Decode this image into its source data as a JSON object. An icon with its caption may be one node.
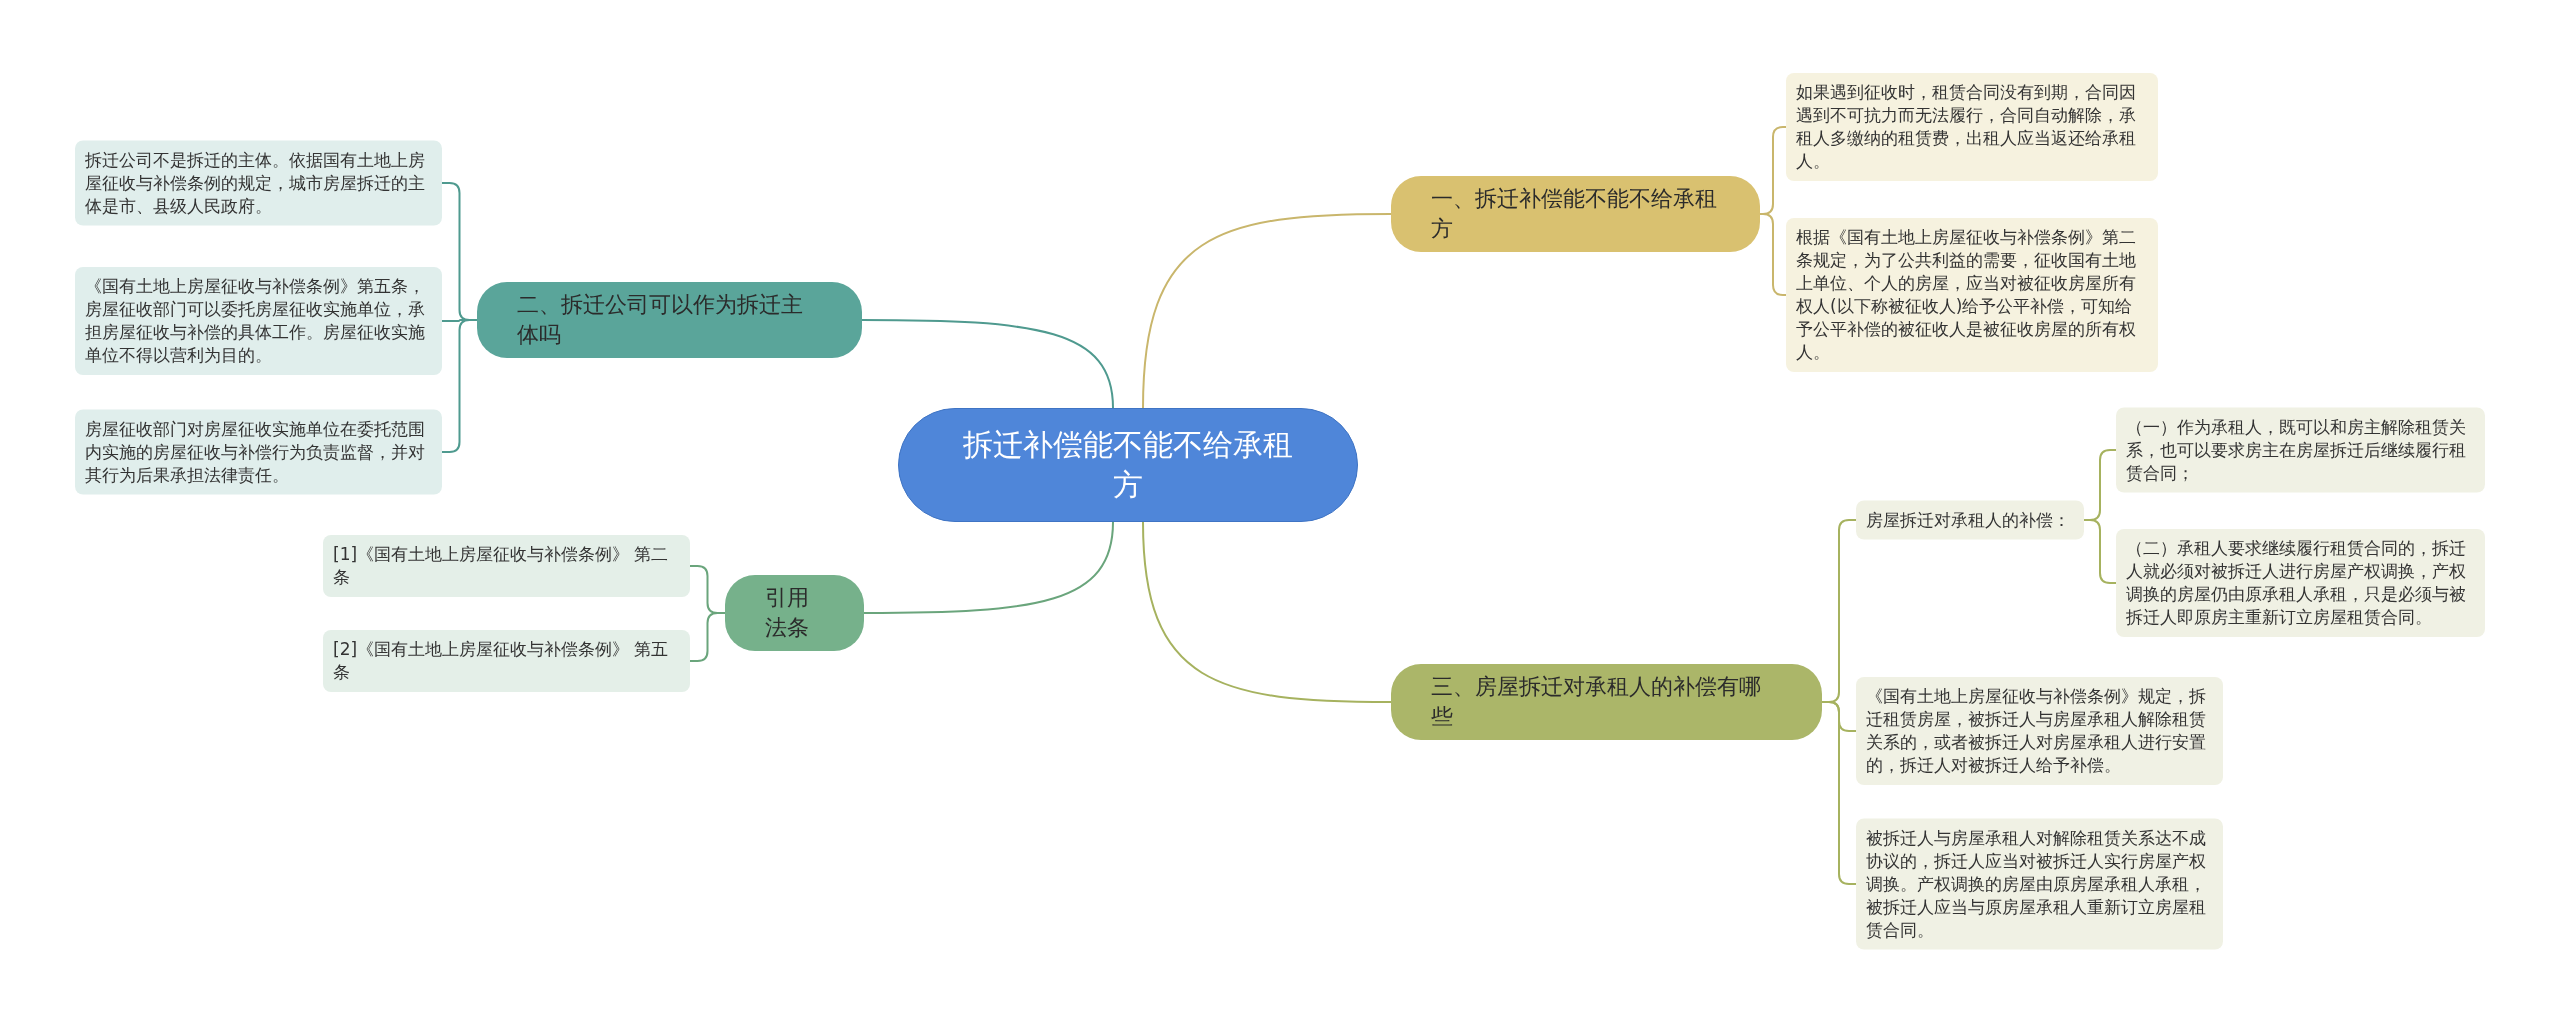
{
  "diagram": {
    "nodes": [
      {
        "text": [
          "拆迁补偿能不能不给承租方"
        ]
      },
      {
        "text": [
          "一、拆迁补偿能不能不给承租方"
        ]
      },
      {
        "text": [
          "如果遇到征收时，租赁合同没有到期，合同因遇到不可抗力而无法履行，合同自动解除，承租人多缴纳的租赁费，出租人应当返还给承租人。"
        ]
      },
      {
        "text": [
          "根据《国有土地上房屋征收与补偿条例》第二条规定，为了公共利益的需要，征收国有土地上单位、个人的房屋，应当对被征收房屋所有权人(以下称被征收人)给予公平补偿，可知给予公平补偿的被征收人是被征收房屋的所有权人。"
        ]
      },
      {
        "text": [
          "二、拆迁公司可以作为拆迁主体吗"
        ]
      },
      {
        "text": [
          "拆迁公司不是拆迁的主体。依据国有土地上房屋征收与补偿条例的规定，城市房屋拆迁的主体是市、县级人民政府。"
        ]
      },
      {
        "text": [
          "《国有土地上房屋征收与补偿条例》第五条，房屋征收部门可以委托房屋征收实施单位，承担房屋征收与补偿的具体工作。房屋征收实施单位不得以营利为目的。"
        ]
      },
      {
        "text": [
          "房屋征收部门对房屋征收实施单位在委托范围内实施的房屋征收与补偿行为负责监督，并对其行为后果承担法律责任。"
        ]
      },
      {
        "text": [
          "引用法条"
        ]
      },
      {
        "text": [
          "[1]《国有土地上房屋征收与补偿条例》 第二条"
        ]
      },
      {
        "text": [
          "[2]《国有土地上房屋征收与补偿条例》 第五条"
        ]
      },
      {
        "text": [
          "三、房屋拆迁对承租人的补偿有哪些"
        ]
      },
      {
        "text": [
          "房屋拆迁对承租人的补偿："
        ]
      },
      {
        "text": [
          "（一）作为承租人，既可以和房主解除租赁关系，也可以要求房主在房屋拆迁后继续履行租赁合同；"
        ]
      },
      {
        "text": [
          "（二）承租人要求继续履行租赁合同的，拆迁人就必须对被拆迁人进行房屋产权调换，产权调换的房屋仍由原承租人承租，只是必须与被拆迁人即原房主重新订立房屋租赁合同。"
        ]
      },
      {
        "text": [
          "《国有土地上房屋征收与补偿条例》规定，拆迁租赁房屋，被拆迁人与房屋承租人解除租赁关系的，或者被拆迁人对房屋承租人进行安置的，拆迁人对被拆迁人给予补偿。"
        ]
      },
      {
        "text": [
          "被拆迁人与房屋承租人对解除租赁关系达不成协议的，拆迁人应当对被拆迁人实行房屋产权调换。产权调换的房屋由原房屋承租人承租，被拆迁人应当与原房屋承租人重新订立房屋租赁合同。"
        ]
      }
    ],
    "edges": [
      {
        "from": 0,
        "to": 1,
        "arrow": "none",
        "color": "#c9b66c"
      },
      {
        "from": 1,
        "to": 2,
        "arrow": "none",
        "color": "#c9b66c"
      },
      {
        "from": 1,
        "to": 3,
        "arrow": "none",
        "color": "#c9b66c"
      },
      {
        "from": 0,
        "to": 4,
        "arrow": "none",
        "color": "#4f9a8f"
      },
      {
        "from": 4,
        "to": 5,
        "arrow": "none",
        "color": "#4f9a8f"
      },
      {
        "from": 4,
        "to": 6,
        "arrow": "none",
        "color": "#4f9a8f"
      },
      {
        "from": 4,
        "to": 7,
        "arrow": "none",
        "color": "#4f9a8f"
      },
      {
        "from": 0,
        "to": 8,
        "arrow": "none",
        "color": "#6aa57c"
      },
      {
        "from": 8,
        "to": 9,
        "arrow": "none",
        "color": "#6aa57c"
      },
      {
        "from": 8,
        "to": 10,
        "arrow": "none",
        "color": "#6aa57c"
      },
      {
        "from": 0,
        "to": 11,
        "arrow": "none",
        "color": "#a6b25f"
      },
      {
        "from": 11,
        "to": 12,
        "arrow": "none",
        "color": "#a6b25f"
      },
      {
        "from": 12,
        "to": 13,
        "arrow": "none",
        "color": "#a6b25f"
      },
      {
        "from": 12,
        "to": 14,
        "arrow": "none",
        "color": "#a6b25f"
      },
      {
        "from": 11,
        "to": 15,
        "arrow": "none",
        "color": "#a6b25f"
      },
      {
        "from": 11,
        "to": 16,
        "arrow": "none",
        "color": "#a6b25f"
      }
    ]
  }
}
